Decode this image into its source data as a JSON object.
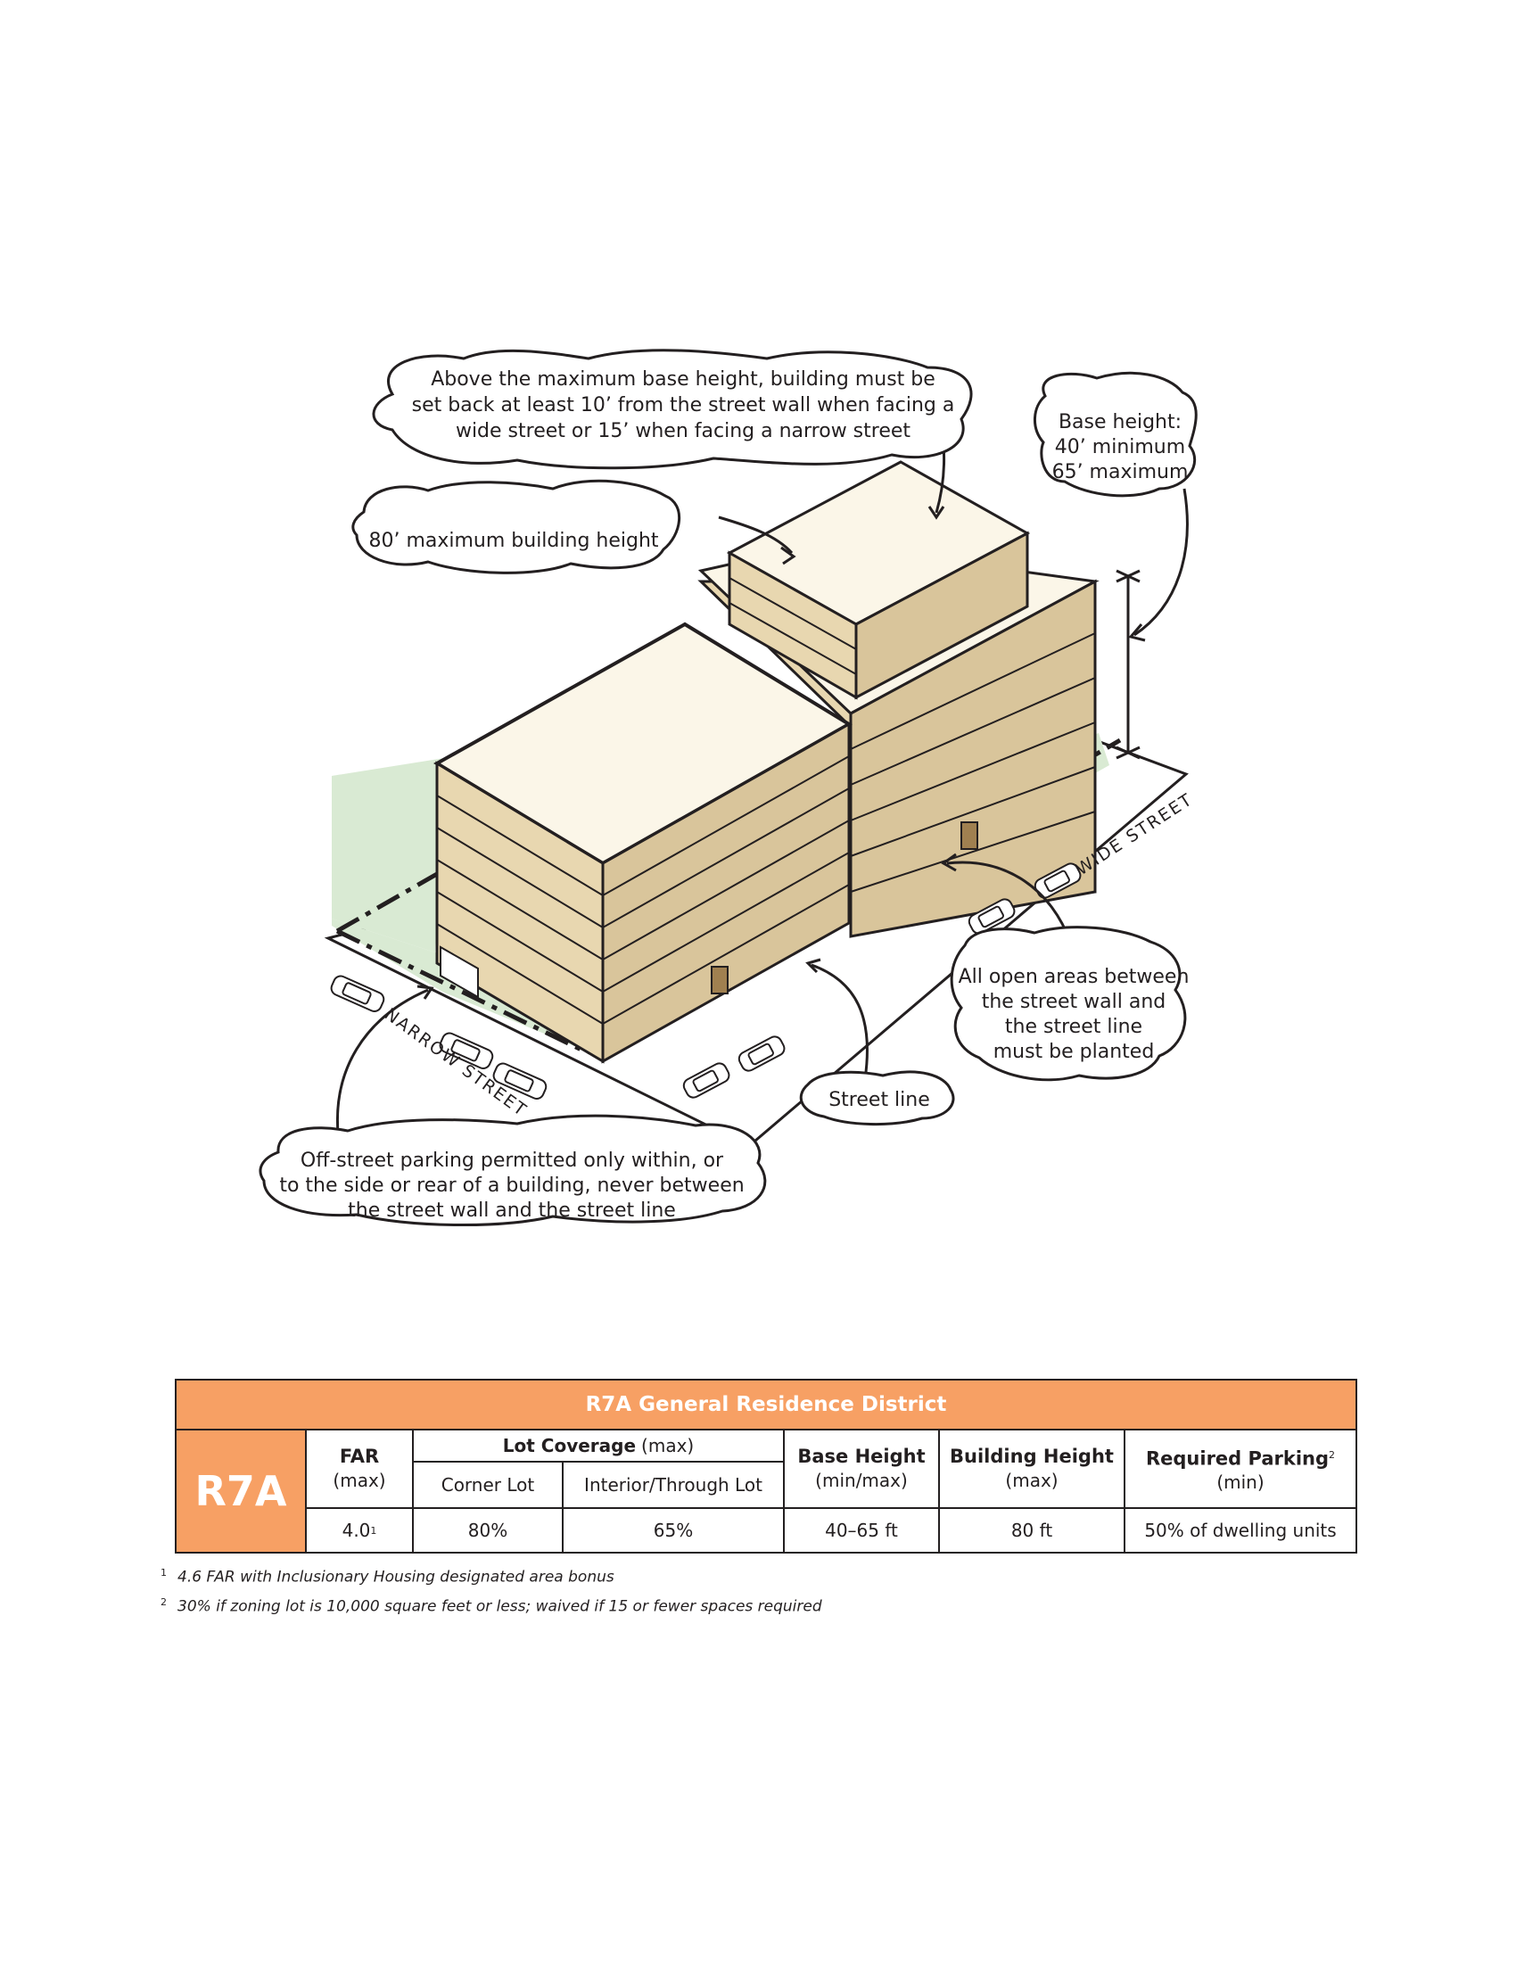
{
  "callouts": {
    "setback": [
      "Above the maximum base height, building must be",
      "set back at least 10’ from the street wall when facing a",
      "wide street or 15’ when facing a narrow street"
    ],
    "base_height": [
      "Base height:",
      "40’ minimum",
      "65’ maximum"
    ],
    "building_height": "80’ maximum building height",
    "open_areas": [
      "All open areas between",
      "the street wall and",
      "the street line",
      "must be planted"
    ],
    "street_line": "Street line",
    "parking": [
      "Off-street parking permitted only within, or",
      "to the side or rear of a building, never between",
      "the street wall and the street line"
    ]
  },
  "streets": {
    "wide": "WIDE  STREET",
    "narrow": "NARROW  STREET"
  },
  "table": {
    "title": "R7A General Residence District",
    "district": "R7A",
    "headers": {
      "far": "FAR",
      "far_sub": "(max)",
      "lot_coverage": "Lot Coverage",
      "lot_coverage_sub": "(max)",
      "corner_lot": "Corner Lot",
      "interior_lot": "Interior/Through Lot",
      "base_height": "Base Height",
      "base_height_sub": "(min/max)",
      "building_height": "Building Height",
      "building_height_sub": "(max)",
      "parking": "Required Parking",
      "parking_note": "2",
      "parking_sub": "(min)"
    },
    "values": {
      "far": "4.0",
      "far_note": "1",
      "corner_lot": "80%",
      "interior_lot": "65%",
      "base_height": "40–65 ft",
      "building_height": "80 ft",
      "parking": "50% of dwelling units"
    }
  },
  "footnotes": [
    {
      "mark": "1",
      "text": "4.6 FAR with Inclusionary Housing designated area bonus"
    },
    {
      "mark": "2",
      "text": "30% if zoning lot is 10,000 square feet or less; waived if 15 or fewer spaces required"
    }
  ],
  "colors": {
    "accent": "#f7a064",
    "facade": "#e8d7b0",
    "roof": "#fbf6e8",
    "planting": "#d9ead3"
  }
}
